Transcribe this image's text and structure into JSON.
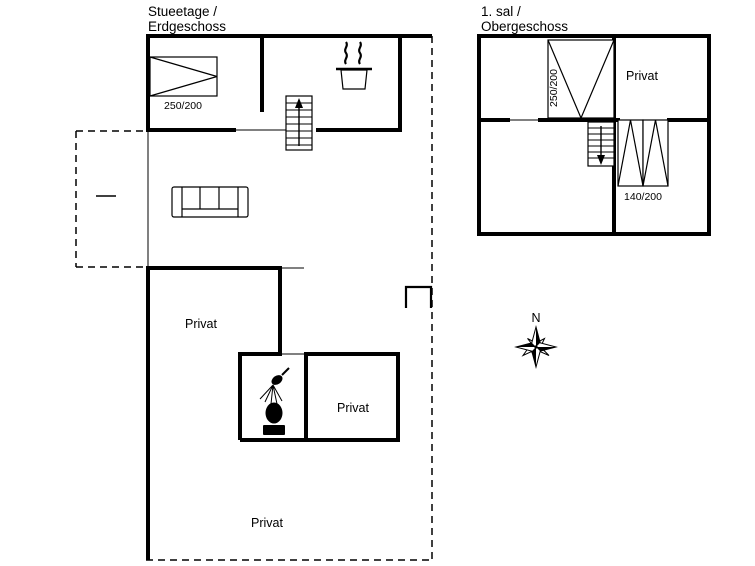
{
  "colors": {
    "line": "#000000",
    "background": "#ffffff"
  },
  "ground_floor": {
    "title_line1": "Stueetage /",
    "title_line2": "Erdgeschoss",
    "bed_dimension": "250/200",
    "room_labels": [
      "Privat",
      "Privat",
      "Privat"
    ]
  },
  "upper_floor": {
    "title_line1": "1. sal /",
    "title_line2": "Obergeschoss",
    "room_label": "Privat",
    "bed_dimension": "250/200",
    "door_dimension": "140/200"
  },
  "compass": {
    "north_label": "N"
  }
}
